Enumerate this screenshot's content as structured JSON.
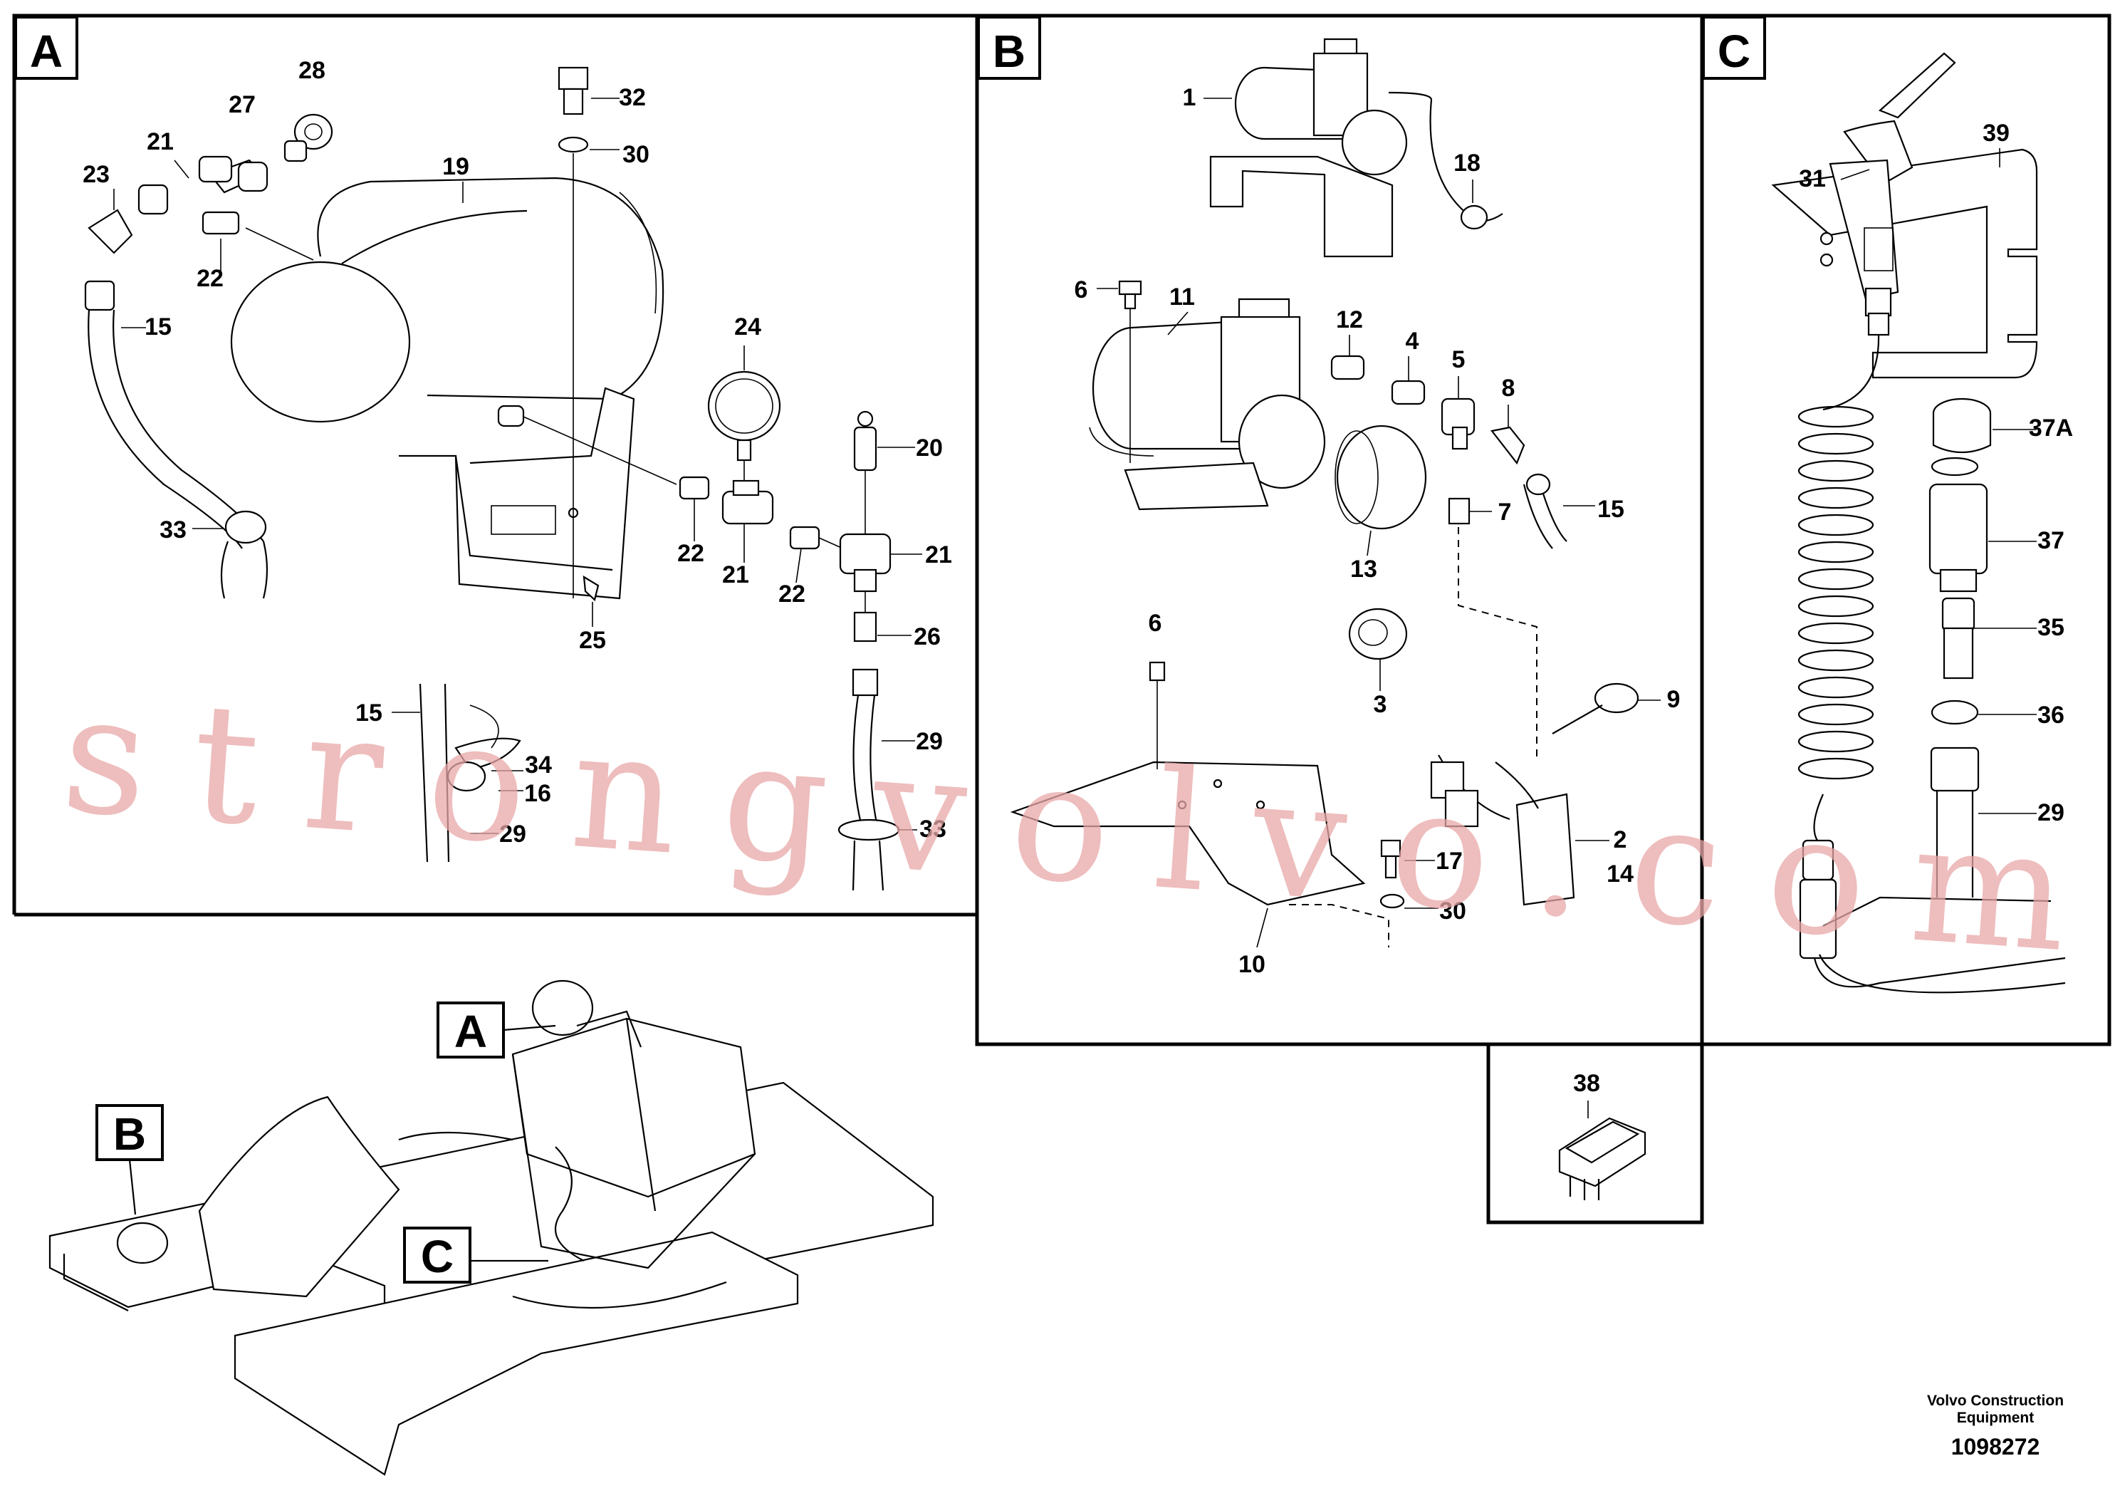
{
  "panels": {
    "A": {
      "letter": "A"
    },
    "B": {
      "letter": "B"
    },
    "C": {
      "letter": "C"
    }
  },
  "callouts": {
    "A": [
      {
        "id": "a28",
        "text": "28"
      },
      {
        "id": "a27",
        "text": "27"
      },
      {
        "id": "a21a",
        "text": "21"
      },
      {
        "id": "a23",
        "text": "23"
      },
      {
        "id": "a22a",
        "text": "22"
      },
      {
        "id": "a15a",
        "text": "15"
      },
      {
        "id": "a19",
        "text": "19"
      },
      {
        "id": "a32",
        "text": "32"
      },
      {
        "id": "a30",
        "text": "30"
      },
      {
        "id": "a24",
        "text": "24"
      },
      {
        "id": "a20",
        "text": "20"
      },
      {
        "id": "a22b",
        "text": "22"
      },
      {
        "id": "a21b",
        "text": "21"
      },
      {
        "id": "a22c",
        "text": "22"
      },
      {
        "id": "a21c",
        "text": "21"
      },
      {
        "id": "a33a",
        "text": "33"
      },
      {
        "id": "a25",
        "text": "25"
      },
      {
        "id": "a26",
        "text": "26"
      },
      {
        "id": "a15b",
        "text": "15"
      },
      {
        "id": "a34",
        "text": "34"
      },
      {
        "id": "a16",
        "text": "16"
      },
      {
        "id": "a29a",
        "text": "29"
      },
      {
        "id": "a29b",
        "text": "29"
      },
      {
        "id": "a33b",
        "text": "33"
      }
    ],
    "B": [
      {
        "id": "b1",
        "text": "1"
      },
      {
        "id": "b18",
        "text": "18"
      },
      {
        "id": "b6a",
        "text": "6"
      },
      {
        "id": "b11",
        "text": "11"
      },
      {
        "id": "b12",
        "text": "12"
      },
      {
        "id": "b4",
        "text": "4"
      },
      {
        "id": "b5",
        "text": "5"
      },
      {
        "id": "b8",
        "text": "8"
      },
      {
        "id": "b15",
        "text": "15"
      },
      {
        "id": "b7",
        "text": "7"
      },
      {
        "id": "b13",
        "text": "13"
      },
      {
        "id": "b6b",
        "text": "6"
      },
      {
        "id": "b3",
        "text": "3"
      },
      {
        "id": "b9",
        "text": "9"
      },
      {
        "id": "b2",
        "text": "2"
      },
      {
        "id": "b14",
        "text": "14"
      },
      {
        "id": "b17",
        "text": "17"
      },
      {
        "id": "b30",
        "text": "30"
      },
      {
        "id": "b10",
        "text": "10"
      }
    ],
    "C": [
      {
        "id": "c39",
        "text": "39"
      },
      {
        "id": "c31",
        "text": "31"
      },
      {
        "id": "c37A",
        "text": "37A"
      },
      {
        "id": "c37",
        "text": "37"
      },
      {
        "id": "c35",
        "text": "35"
      },
      {
        "id": "c36",
        "text": "36"
      },
      {
        "id": "c29",
        "text": "29"
      }
    ],
    "switch": [
      {
        "id": "s38",
        "text": "38"
      }
    ]
  },
  "overview": {
    "labelA": "A",
    "labelB": "B",
    "labelC": "C"
  },
  "watermark": "strongvolvo.com",
  "footer": {
    "company_line1": "Volvo Construction",
    "company_line2": "Equipment",
    "drawing_number": "1098272"
  }
}
